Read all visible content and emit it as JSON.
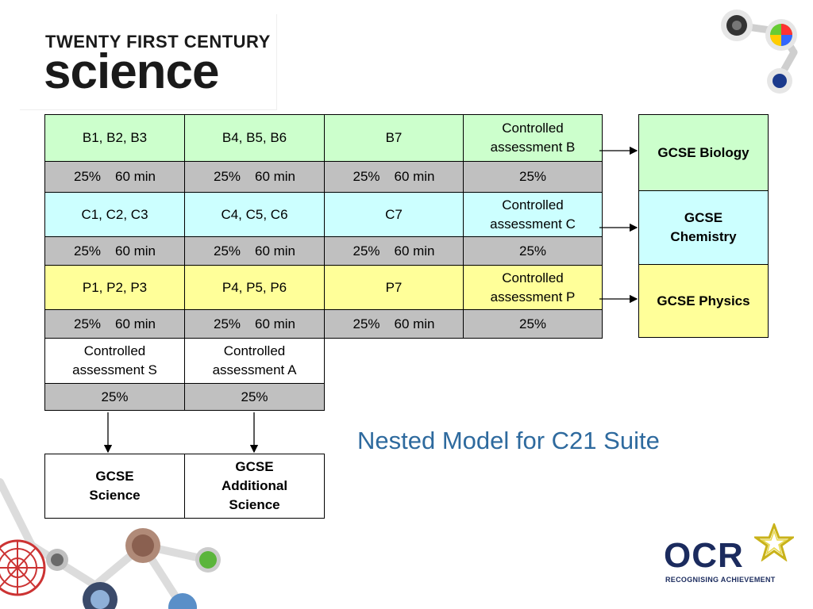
{
  "logo": {
    "line1": "TWENTY FIRST CENTURY",
    "line2": "science"
  },
  "rows": [
    {
      "units": [
        "B1, B2, B3",
        "B4, B5, B6",
        "B7"
      ],
      "assessment": "Controlled assessment B",
      "weights": [
        {
          "pct": "25%",
          "time": "60 min"
        },
        {
          "pct": "25%",
          "time": "60 min"
        },
        {
          "pct": "25%",
          "time": "60 min"
        }
      ],
      "assessment_weight": "25%",
      "qualification": "GCSE Biology",
      "color": "#ccffcc"
    },
    {
      "units": [
        "C1, C2, C3",
        "C4, C5, C6",
        "C7"
      ],
      "assessment": "Controlled assessment C",
      "weights": [
        {
          "pct": "25%",
          "time": "60 min"
        },
        {
          "pct": "25%",
          "time": "60 min"
        },
        {
          "pct": "25%",
          "time": "60 min"
        }
      ],
      "assessment_weight": "25%",
      "qualification": "GCSE Chemistry",
      "color": "#ccffff"
    },
    {
      "units": [
        "P1, P2, P3",
        "P4, P5, P6",
        "P7"
      ],
      "assessment": "Controlled assessment P",
      "weights": [
        {
          "pct": "25%",
          "time": "60 min"
        },
        {
          "pct": "25%",
          "time": "60 min"
        },
        {
          "pct": "25%",
          "time": "60 min"
        }
      ],
      "assessment_weight": "25%",
      "qualification": "GCSE Physics",
      "color": "#ffff99"
    }
  ],
  "extra": {
    "assessments": [
      "Controlled assessment S",
      "Controlled assessment A"
    ],
    "weights": [
      "25%",
      "25%"
    ],
    "qualifications": [
      "GCSE Science",
      "GCSE Additional Science"
    ]
  },
  "title": "Nested Model for C21 Suite",
  "brand": {
    "name": "OCR",
    "tagline": "RECOGNISING ACHIEVEMENT"
  }
}
